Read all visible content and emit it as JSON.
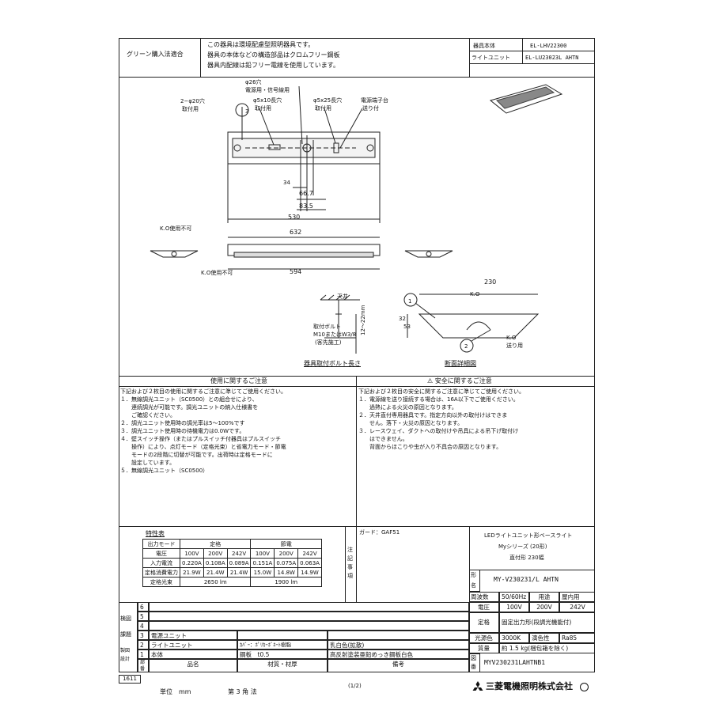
{
  "header": {
    "green_label": "グリーン購入法適合",
    "notes": [
      "この器具は環境配慮型照明器具です。",
      "器具の本体などの構造部品はクロムフリー鋼板",
      "器具内配線は鉛フリー電線を使用しています。"
    ],
    "body_label": "器具本体",
    "body_value": "EL-LHV22300",
    "unit_label": "ライトユニット",
    "unit_value": "EL-LU23023L AHTN"
  },
  "drawing": {
    "hole_26": "φ26穴",
    "hole_26_use": "電源用・信号線用",
    "hole_20": "2−φ20穴",
    "hole_20_use": "取付用",
    "hole_5x10": "φ5x10長穴",
    "hole_5x10_use": "取付用",
    "hole_5x25": "φ5x25長穴",
    "hole_5x25_use": "取付用",
    "terminal": "電源端子台",
    "terminal_sub": "送り付",
    "callout_3": "3",
    "dim_34": "34",
    "dim_66_7": "66.7",
    "dim_83_5": "83.5",
    "dim_530": "530",
    "dim_632": "632",
    "dim_594": "594",
    "dim_230": "230",
    "dim_32": "32",
    "dim_53": "53",
    "ko_unusable_1": "K.O使用不可",
    "ko_unusable_2": "K.O使用不可",
    "ceiling": "天井",
    "bolt": "取付ボルト",
    "bolt_size": "M10またはW3/8",
    "bolt_note": "(客先施工)",
    "bolt_range": "12～22mm",
    "bolt_caption": "器具取付ボルト長さ",
    "callout_1": "1",
    "callout_2": "2",
    "ko_top": "K.O",
    "ko_side": "K.O",
    "ko_side_sub": "送り用",
    "section_caption": "断面詳細図"
  },
  "usage": {
    "title": "使用に関するご注意",
    "lines": [
      "下記および２枚目の使用に関するご注意に準じてご使用ください。",
      "１．無線調光ユニット（SC0500）との組合せにより、",
      "　　連続調光が可能です。調光ユニットの納入仕様書を",
      "　　ご確認ください。",
      "２．調光ユニット使用時の調光率は5～100%です",
      "３．調光ユニット使用時の待機電力は0.0Wです。",
      "４．壁スイッチ操作（またはプルスイッチ付器具はプルスイッチ",
      "　　操作）により、点灯モード（定格光束）と省電力モード・節電",
      "　　モードの2段階に切替が可能です。出荷時は定格モードに",
      "　　設定しています。",
      "５．無線調光ユニット（SC0500）"
    ]
  },
  "safety": {
    "title": "⚠ 安全に関するご注意",
    "lines": [
      "下記および２枚目の安全に関するご注意に準じてご使用ください。",
      "１．電源線を送り接続する場合は、16A以下でご使用ください。",
      "　　過熱による火災の原因となります。",
      "２．天井直付専用器具です。指定方向以外の取付けはできま",
      "　　せん。落下・火災の原因となります。",
      "３．レースウェイ、ダクトへの取付けや吊具による吊下げ取付け",
      "　　はできません。",
      "　　背面からほこりや虫が入り不具合の原因となります。"
    ]
  },
  "spec_table": {
    "title": "特性表",
    "mode_label": "出力モード",
    "mode_rated": "定格",
    "mode_save": "節電",
    "voltage_label": "電圧",
    "voltages": [
      "100V",
      "200V",
      "242V",
      "100V",
      "200V",
      "242V"
    ],
    "current_label": "入力電流",
    "currents": [
      "0.220A",
      "0.108A",
      "0.089A",
      "0.151A",
      "0.075A",
      "0.063A"
    ],
    "power_label": "定格消費電力",
    "powers": [
      "21.9W",
      "21.4W",
      "21.4W",
      "15.0W",
      "14.8W",
      "14.9W"
    ],
    "flux_label": "定格光束",
    "flux_rated": "2650 lm",
    "flux_save": "1900 lm"
  },
  "remarks": {
    "guard": "ガード：GAF51",
    "vertical": "注\n記\n事\n項"
  },
  "product": {
    "line1": "LEDライトユニット形ベースライト",
    "line2": "Myシリーズ (20形)",
    "line3": "直付形 230幅",
    "model_label": "形名",
    "model": "MY-V230231/L AHTN",
    "freq_label": "周波数",
    "freq": "50/60Hz",
    "use_label": "用途",
    "use": "屋内用",
    "voltage_label": "電圧",
    "voltages": [
      "100V",
      "200V",
      "242V"
    ],
    "rating_label": "定格",
    "rating": "固定出力形(段調光機能付)",
    "color_label": "光源色",
    "color_temp": "3000K",
    "cri_label": "演色性",
    "cri": "Ra85",
    "mass_label": "質量",
    "mass": "約 1.5 kg(梱包箱を除く)",
    "drawing_label": "図番",
    "drawing_no": "MYV230231LAHTNB1",
    "company": "三菱電機照明株式会社"
  },
  "parts": {
    "side_labels": [
      "検図",
      "課題",
      "製図",
      "設計"
    ],
    "rows": [
      {
        "no": "6",
        "name": "",
        "material": "",
        "note": ""
      },
      {
        "no": "5",
        "name": "",
        "material": "",
        "note": ""
      },
      {
        "no": "4",
        "name": "",
        "material": "",
        "note": ""
      },
      {
        "no": "3",
        "name": "電源ユニット",
        "material": "",
        "note": ""
      },
      {
        "no": "2",
        "name": "ライトユニット",
        "material": "ｶﾊﾞｰ：ﾎﾟﾘｶｰﾎﾞﾈｰﾄ樹脂",
        "note": "乳白色(拡散)"
      },
      {
        "no": "1",
        "name": "本体",
        "material": "鋼板　t0.5",
        "note": "高反射塗装亜鉛めっき鋼板白色"
      }
    ],
    "head_no": "部番",
    "head_name": "品名",
    "head_material": "材質・材厚",
    "head_note": "備考"
  },
  "footer": {
    "sheet_code": "1611",
    "unit": "単位　mm",
    "projection": "第 3 角 法",
    "page": "(1/2)"
  }
}
